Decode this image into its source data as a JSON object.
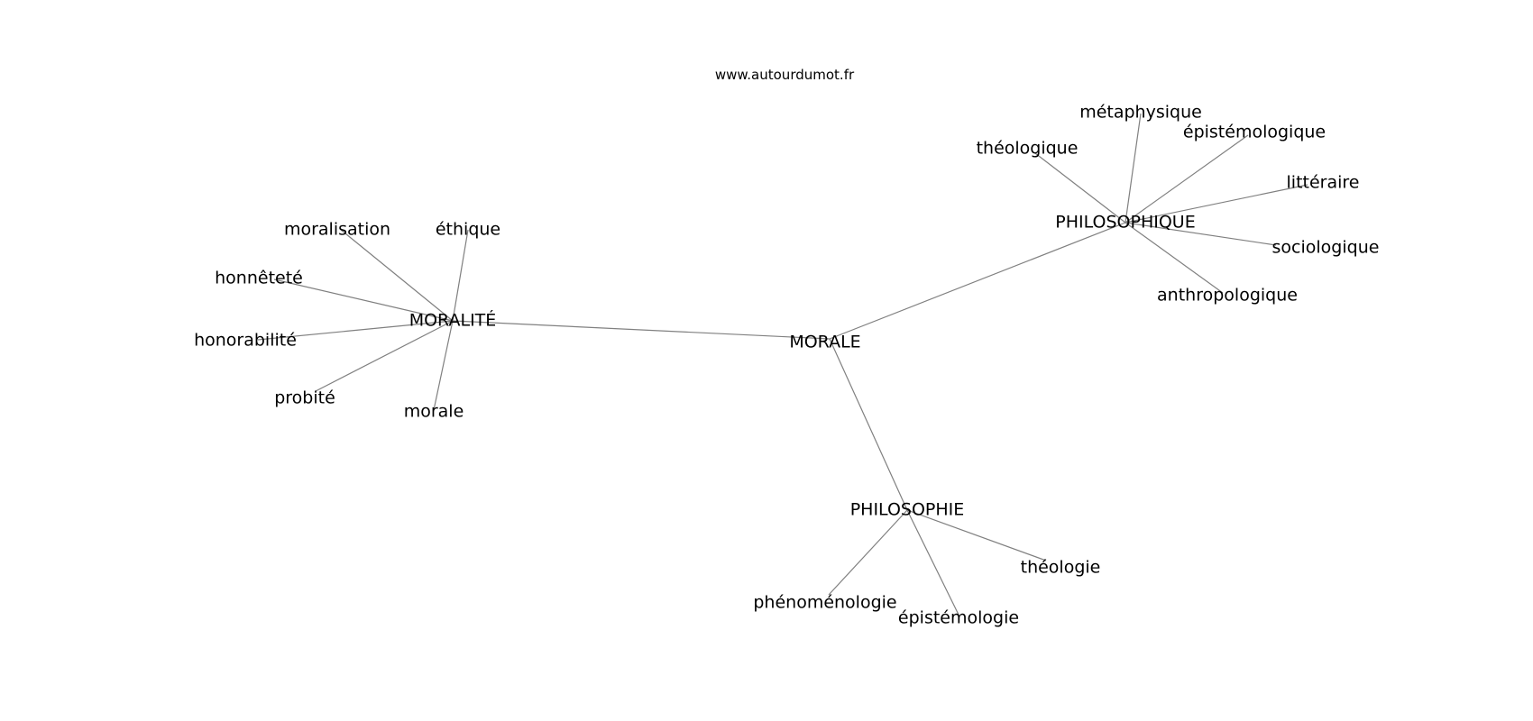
{
  "source_label": "www.autourdumot.fr",
  "edge_color": "#808080",
  "text_color": "#000000",
  "nodes": [
    {
      "id": "morale_center",
      "label": "MORALE"
    },
    {
      "id": "moralite",
      "label": "MORALITÉ"
    },
    {
      "id": "philosophique",
      "label": "PHILOSOPHIQUE"
    },
    {
      "id": "philosophie",
      "label": "PHILOSOPHIE"
    },
    {
      "id": "moralisation",
      "label": "moralisation"
    },
    {
      "id": "ethique",
      "label": "éthique"
    },
    {
      "id": "honnetete",
      "label": "honnêteté"
    },
    {
      "id": "honorabilite",
      "label": "honorabilité"
    },
    {
      "id": "probite",
      "label": "probité"
    },
    {
      "id": "morale_leaf",
      "label": "morale"
    },
    {
      "id": "theologique",
      "label": "théologique"
    },
    {
      "id": "metaphysique",
      "label": "métaphysique"
    },
    {
      "id": "epistemologique",
      "label": "épistémologique"
    },
    {
      "id": "litteraire",
      "label": "littéraire"
    },
    {
      "id": "sociologique",
      "label": "sociologique"
    },
    {
      "id": "anthropologique",
      "label": "anthropologique"
    },
    {
      "id": "theologie",
      "label": "théologie"
    },
    {
      "id": "phenomenologie",
      "label": "phénoménologie"
    },
    {
      "id": "epistemologie",
      "label": "épistémologie"
    }
  ],
  "edges": [
    [
      "morale_center",
      "moralite"
    ],
    [
      "morale_center",
      "philosophique"
    ],
    [
      "morale_center",
      "philosophie"
    ],
    [
      "moralite",
      "moralisation"
    ],
    [
      "moralite",
      "ethique"
    ],
    [
      "moralite",
      "honnetete"
    ],
    [
      "moralite",
      "honorabilite"
    ],
    [
      "moralite",
      "probite"
    ],
    [
      "moralite",
      "morale_leaf"
    ],
    [
      "philosophique",
      "theologique"
    ],
    [
      "philosophique",
      "metaphysique"
    ],
    [
      "philosophique",
      "epistemologique"
    ],
    [
      "philosophique",
      "litteraire"
    ],
    [
      "philosophique",
      "sociologique"
    ],
    [
      "philosophique",
      "anthropologique"
    ],
    [
      "philosophie",
      "theologie"
    ],
    [
      "philosophie",
      "phenomenologie"
    ],
    [
      "philosophie",
      "epistemologie"
    ]
  ]
}
